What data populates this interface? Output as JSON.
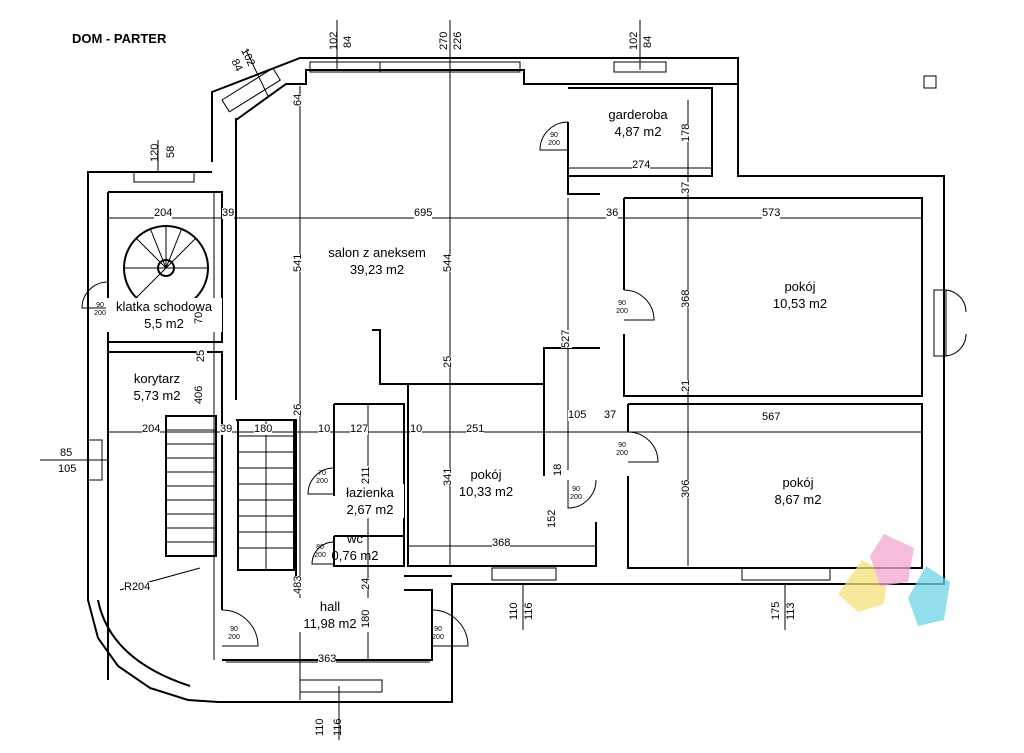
{
  "title": "DOM - PARTER",
  "rooms": {
    "salon": {
      "name": "salon z aneksem",
      "area": "39,23 m2"
    },
    "garderoba": {
      "name": "garderoba",
      "area": "4,87 m2"
    },
    "pokoj_ne": {
      "name": "pokój",
      "area": "10,53 m2"
    },
    "pokoj_se": {
      "name": "pokój",
      "area": "8,67 m2"
    },
    "pokoj_c": {
      "name": "pokój",
      "area": "10,33 m2"
    },
    "klatka": {
      "name": "klatka schodowa",
      "area": "5,5 m2"
    },
    "korytarz": {
      "name": "korytarz",
      "area": "5,73 m2"
    },
    "lazienka": {
      "name": "łazienka",
      "area": "2,67 m2"
    },
    "wc": {
      "name": "wc",
      "area": "0,76 m2"
    },
    "hall": {
      "name": "hall",
      "area": "11,98 m2"
    }
  },
  "dims": {
    "d204a": "204",
    "d39a": "39",
    "d695": "695",
    "d36": "36",
    "d573": "573",
    "d204b": "204",
    "d39b": "39",
    "d180": "180",
    "d10a": "10",
    "d127": "127",
    "d10b": "10",
    "d251": "251",
    "d105": "105",
    "d37a": "37",
    "d567": "567",
    "d274": "274",
    "d368h": "368",
    "d363": "363",
    "d85": "85",
    "d105l": "105",
    "d541": "541",
    "d544": "544",
    "d527": "527",
    "d368v": "368",
    "d306": "306",
    "d406": "406",
    "d25a": "25",
    "d70": "70",
    "d26": "26",
    "d25b": "25",
    "d341": "341",
    "d211": "211",
    "d152": "152",
    "d18": "18",
    "d483": "483",
    "d180v": "180",
    "d24": "24",
    "d178": "178",
    "d37b": "37",
    "d21": "21",
    "d64": "64",
    "d120": "120",
    "d58": "58",
    "d102a": "102",
    "d84a": "84",
    "d270": "270",
    "d226": "226",
    "d102b": "102",
    "d84b": "84",
    "d102c": "102",
    "d84c": "84",
    "d110a": "110",
    "d116a": "116",
    "d175": "175",
    "d113": "113",
    "d110b": "110",
    "d116b": "116",
    "r204": "R204"
  },
  "doors": {
    "std": "90",
    "h200": "200",
    "d80": "80",
    "d70": "70"
  },
  "colors": {
    "wall": "#000000",
    "logo_yellow": "#f5e27a",
    "logo_pink": "#f4a6d0",
    "logo_cyan": "#6fd3e6"
  }
}
